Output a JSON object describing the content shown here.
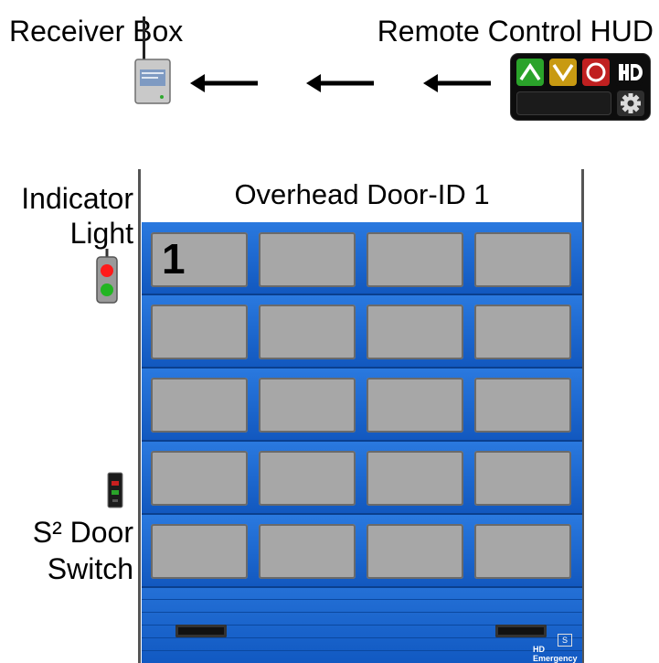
{
  "labels": {
    "receiver_box": "Receiver Box",
    "remote_control_hud": "Remote Control HUD",
    "indicator_light": "Indicator\nLight",
    "door_switch": "S² Door\nSwitch",
    "overhead_door": "Overhead Door-ID 1"
  },
  "door": {
    "number": "1",
    "badge": "S",
    "brand": "HD Emergency"
  },
  "colors": {
    "door_blue": "#1462c9",
    "window_gray": "#a7a7a7",
    "hud_up_green": "#2aa32a",
    "hud_down_gold": "#c89a12",
    "hud_stop_red": "#c02020",
    "light_red": "#ff1a1a",
    "light_green": "#22b522"
  },
  "icons": [
    "antenna-icon",
    "receiver-box-icon",
    "left-arrow-icon",
    "hud-up-icon",
    "hud-down-icon",
    "hud-stop-icon",
    "hd-logo-icon",
    "gear-icon",
    "traffic-light-icon",
    "door-switch-icon"
  ]
}
